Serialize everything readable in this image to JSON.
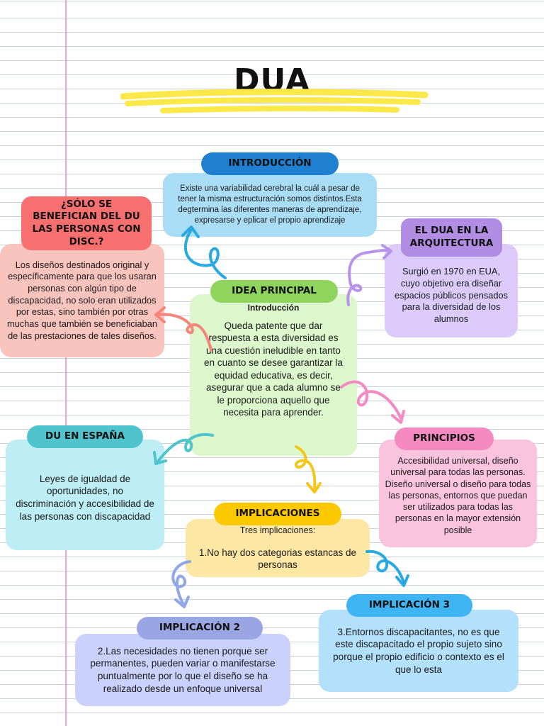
{
  "title": "DUA",
  "introduccion": {
    "label": "INTRODUCCIÓN",
    "text": "Existe una variabilidad cerebral la cuál a pesar de tener la misma estructuración somos distintos.Esta degtermina las diferentes maneras de aprendizaje, expresarse y eplicar el propio aprendizaje"
  },
  "solo_benefician": {
    "label": "¿SÓLO SE BENEFICIAN DEL DU LAS PERSONAS CON DISC.?",
    "text": "Los diseños destinados original y específicamente para que los usaran personas con algún tipo de discapacidad, no solo eran utilizados por estas, sino también por otras muchas que también se beneficiaban de las prestaciones de tales diseños."
  },
  "arquitectura": {
    "label": "EL DUA EN LA ARQUITECTURA",
    "text": "Surgió en 1970  en EUA, cuyo objetivo era diseñar espacios públicos pensados para la diversidad de los alumnos"
  },
  "idea_principal": {
    "label": "IDEA PRINCIPAL",
    "subtitle": "Introducción",
    "text": "Queda patente que dar respuesta a esta diversidad es una cuestión ineludible en tanto en cuanto se desee garantizar la equidad educativa, es decir, asegurar que a cada alumno se le proporciona aquello que necesita para aprender."
  },
  "espana": {
    "label": "DU EN ESPAÑA",
    "text": "Leyes de igualdad de oportunidades, no discriminación y accesibilidad de las personas con discapacidad"
  },
  "principios": {
    "label": "PRINCIPIOS",
    "text1": "Accesibilidad universal, diseño universal para todas las personas.",
    "text2": "Diseño universal o diseño para todas las personas, entornos que puedan ser utilizados para todas las personas en la mayor extensión posible"
  },
  "implicaciones": {
    "label": "IMPLICACIONES",
    "line1": "Tres implicaciones:",
    "line2": "1.No hay dos categorias estancas de personas"
  },
  "implicacion2": {
    "label": "IMPLICACIÓN 2",
    "text": "2.Las necesidades no tienen porque ser permanentes, pueden variar o manifestarse puntualmente por lo que el diseño se ha realizado desde un enfoque universal"
  },
  "implicacion3": {
    "label": "IMPLICACIÓN 3",
    "text": "3.Entornos discapacitantes, no es que este discapacitado el propio sujeto sino porque  el propio edificio o contexto es el que lo esta"
  },
  "colors": {
    "blue_pill": "#1f7fd0",
    "blue_box": "#a9dcf5",
    "red_pill": "#f86f6f",
    "red_box": "#f9c3be",
    "purple_pill": "#b08de3",
    "purple_box": "#dccafa",
    "green_pill": "#8ed45d",
    "green_box": "#dcf7cc",
    "teal_pill": "#4fc4cd",
    "teal_box": "#bdeef5",
    "pink_pill": "#f58ac3",
    "pink_box": "#fbc4de",
    "yellow_pill": "#fcc800",
    "yellow_box": "#fde7a4",
    "periwinkle_pill": "#9aa6e3",
    "periwinkle_box": "#cad1fb",
    "sky_pill": "#3fb4f2",
    "sky_box": "#b3e0fb"
  }
}
